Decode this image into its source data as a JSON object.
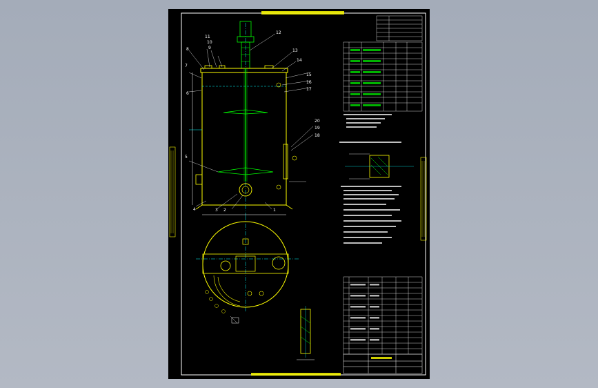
{
  "drawing": {
    "leader_numbers": [
      "1",
      "2",
      "3",
      "4",
      "5",
      "6",
      "7",
      "8",
      "9",
      "10",
      "11",
      "12",
      "13",
      "14",
      "15",
      "16",
      "17",
      "18",
      "19",
      "20"
    ],
    "colors": {
      "background": "#000000",
      "frame": "#ffffff",
      "outline": "#ffff00",
      "centerline": "#00ffff",
      "agitator": "#00ff00",
      "dimension": "#ffffff",
      "hatch": "#00ff00",
      "viewport": "#a9b0bd"
    },
    "icons": [
      "tank-elevation",
      "tank-plan",
      "detail-section",
      "flange-detail",
      "title-block",
      "parts-list",
      "technical-table"
    ]
  }
}
